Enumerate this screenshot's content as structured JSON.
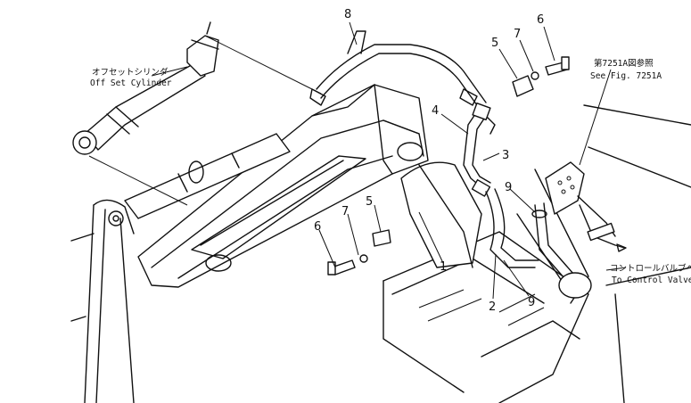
{
  "labels": {
    "offset_cylinder_jp": "オフセットシリンダ",
    "offset_cylinder_en": "Off Set Cylinder",
    "see_fig_jp": "第7251A図参照",
    "see_fig_en": "See Fig. 7251A",
    "control_valve_jp": "コントロールバルブへ",
    "control_valve_en": "To Control Valve"
  },
  "callouts": {
    "c8": "8",
    "c7a": "7",
    "c6a": "6",
    "c5a": "5",
    "c4": "4",
    "c3": "3",
    "c9a": "9",
    "c7b": "7",
    "c5b": "5",
    "c6b": "6",
    "c1": "1",
    "c2": "2",
    "c9b": "9"
  }
}
